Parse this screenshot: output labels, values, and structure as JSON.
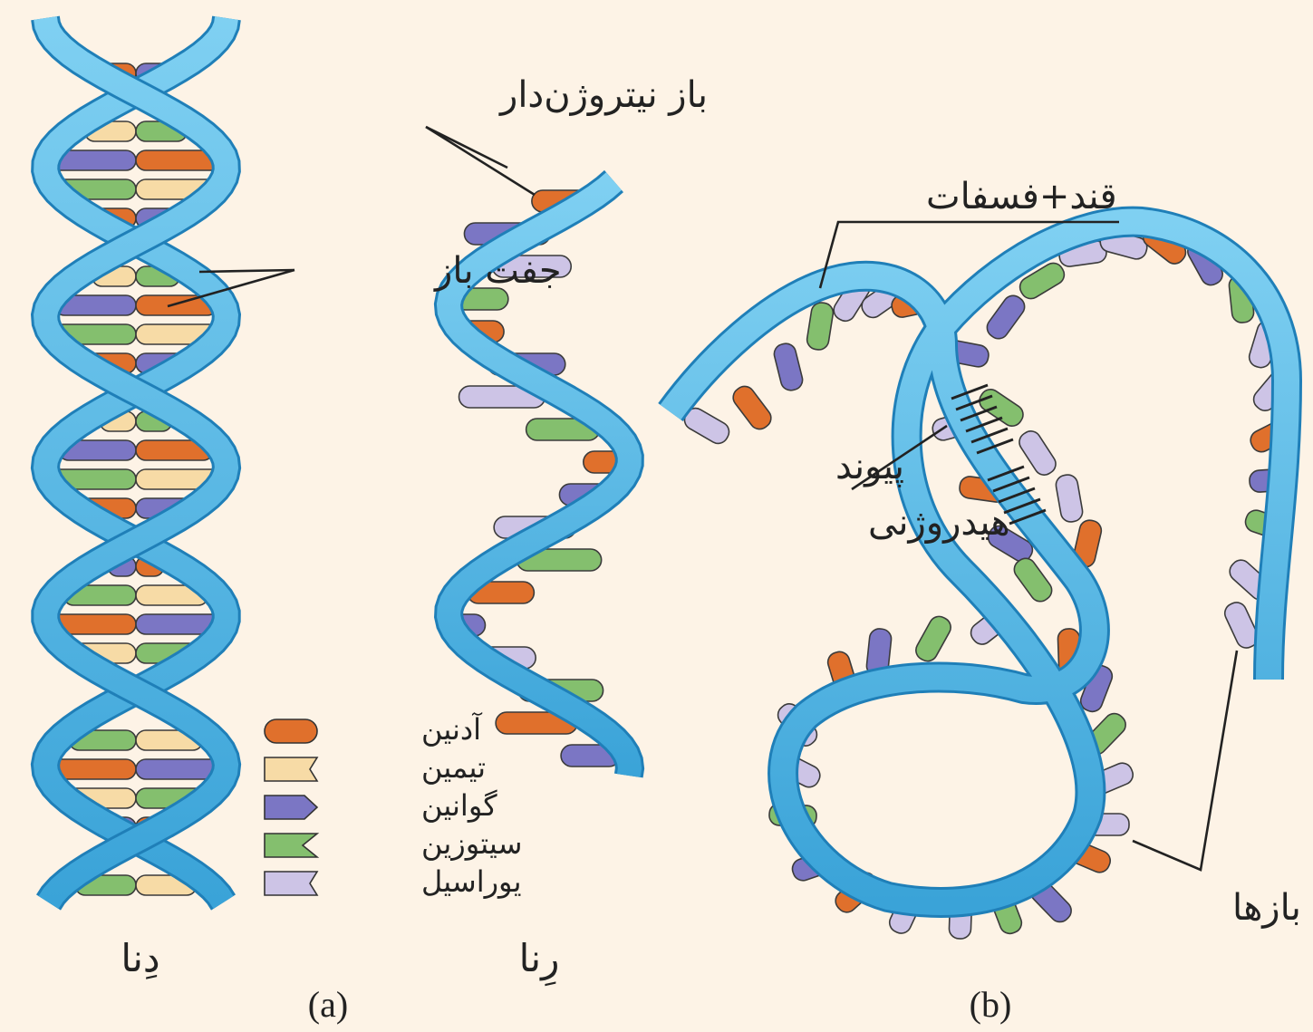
{
  "panel_a": {
    "label": "(a)",
    "dna": {
      "name": "دِنا"
    },
    "rna": {
      "name": "رِنا"
    },
    "callouts": {
      "nitrogen_base": "باز نیتروژن‌دار",
      "base_pair": "جفت باز"
    },
    "legend": [
      {
        "name": "آدنین",
        "color": "#e0702c",
        "shape": "round"
      },
      {
        "name": "تیمین",
        "color": "#f7dba6",
        "shape": "notch"
      },
      {
        "name": "گوانین",
        "color": "#7b76c4",
        "shape": "arrow"
      },
      {
        "name": "سیتوزین",
        "color": "#84bf6e",
        "shape": "v-notch"
      },
      {
        "name": "یوراسیل",
        "color": "#cdc4e6",
        "shape": "notch"
      }
    ]
  },
  "panel_b": {
    "label": "(b)",
    "callouts": {
      "sugar_phosphate": "قند+فسفات",
      "hydrogen_bond_line1": "پیوند",
      "hydrogen_bond_line2": "هیدروژنی",
      "bases": "بازها"
    }
  },
  "colors": {
    "background": "#fdf3e6",
    "backbone": "#4fb6e3",
    "backbone_dark": "#1f7fb8",
    "adenine": "#e0702c",
    "thymine": "#f7dba6",
    "guanine": "#7b76c4",
    "cytosine": "#84bf6e",
    "uracil": "#cdc4e6"
  }
}
